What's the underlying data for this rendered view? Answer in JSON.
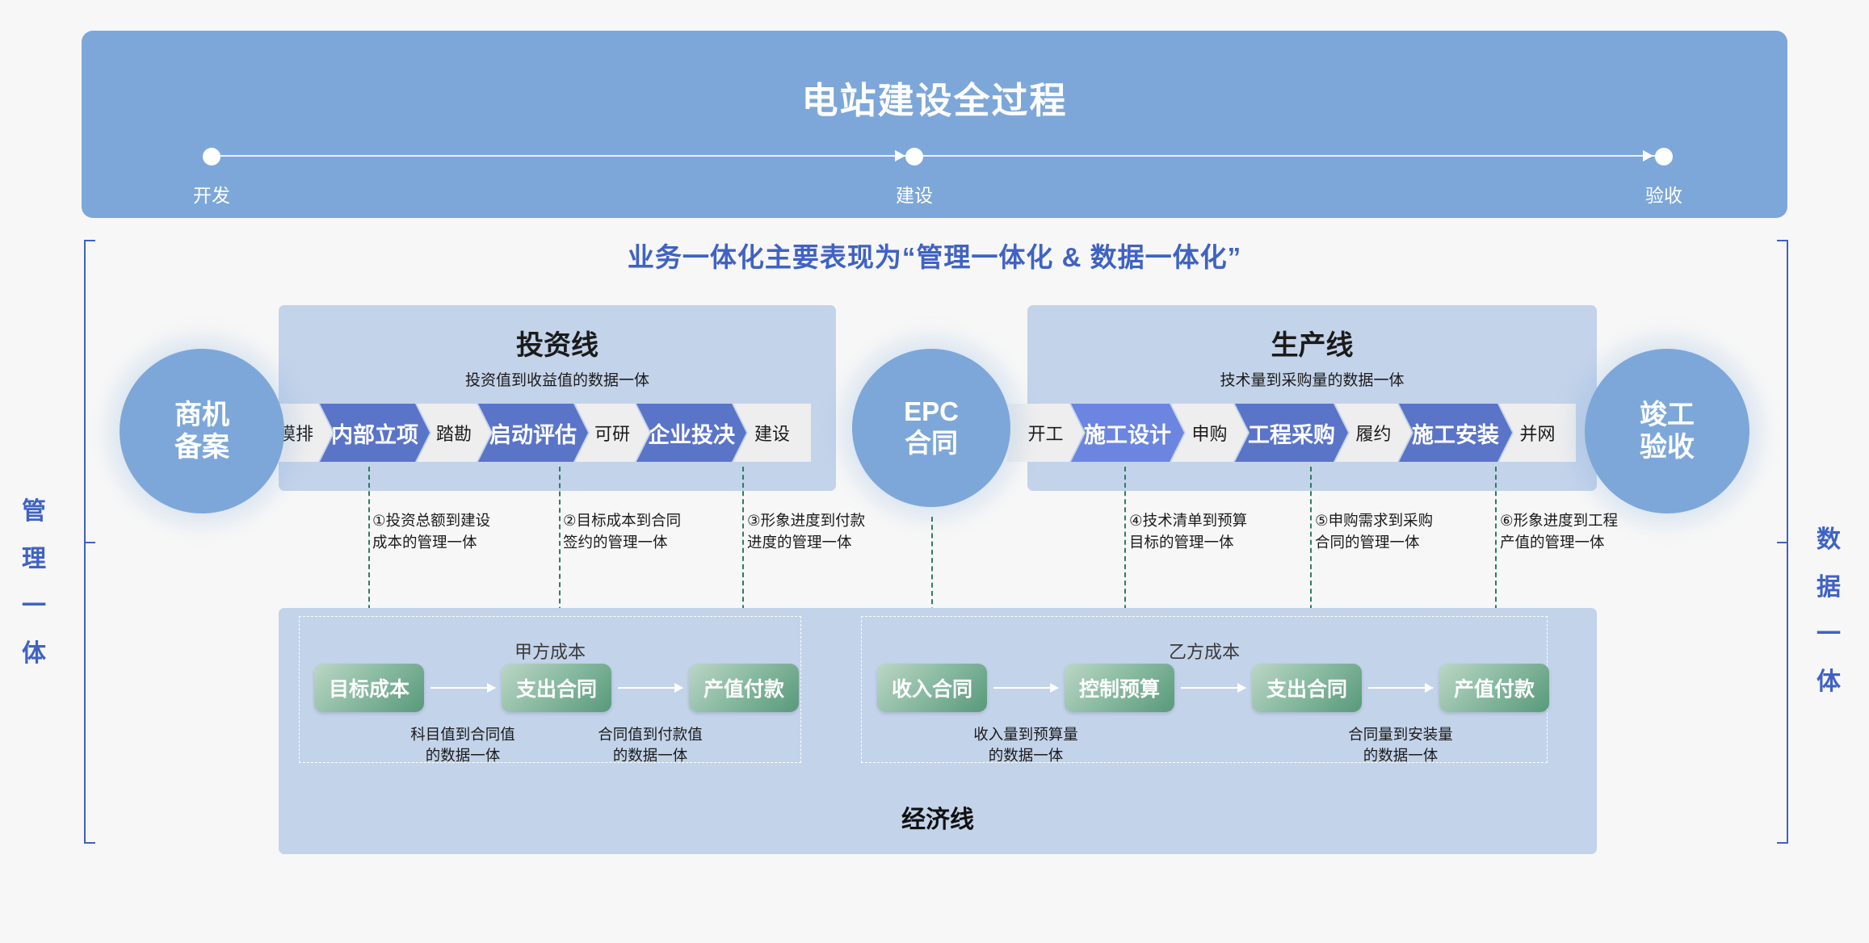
{
  "banner": {
    "title": "电站建设全过程",
    "timeline": [
      {
        "label": "开发"
      },
      {
        "label": "建设"
      },
      {
        "label": "验收"
      }
    ]
  },
  "subtitle": "业务一体化主要表现为“管理一体化 & 数据一体化”",
  "side_labels": {
    "left": "管理一体",
    "right": "数据一体"
  },
  "circles": {
    "opportunity": "商机\n备案",
    "opportunity_l1": "商机",
    "opportunity_l2": "备案",
    "epc_l1": "EPC",
    "epc_l2": "合同",
    "final_l1": "竣工",
    "final_l2": "验收"
  },
  "investment_line": {
    "title": "投资线",
    "subtitle": "投资值到收益值的数据一体",
    "stages": [
      {
        "label": "摸排",
        "type": "plain"
      },
      {
        "label": "内部立项",
        "type": "accent"
      },
      {
        "label": "踏勘",
        "type": "plain"
      },
      {
        "label": "启动评估",
        "type": "accent"
      },
      {
        "label": "可研",
        "type": "plain"
      },
      {
        "label": "企业投决",
        "type": "accent"
      },
      {
        "label": "建设",
        "type": "plain"
      }
    ]
  },
  "production_line": {
    "title": "生产线",
    "subtitle": "技术量到采购量的数据一体",
    "stages": [
      {
        "label": "开工",
        "type": "plain"
      },
      {
        "label": "施工设计",
        "type": "accent-light"
      },
      {
        "label": "申购",
        "type": "plain"
      },
      {
        "label": "工程采购",
        "type": "accent"
      },
      {
        "label": "履约",
        "type": "plain"
      },
      {
        "label": "施工安装",
        "type": "accent"
      },
      {
        "label": "并网",
        "type": "plain"
      }
    ]
  },
  "notes": [
    "①投资总额到建设\n成本的管理一体",
    "②目标成本到合同\n签约的管理一体",
    "③形象进度到付款\n进度的管理一体",
    "④技术清单到预算\n目标的管理一体",
    "⑤申购需求到采购\n合同的管理一体",
    "⑥形象进度到工程\n产值的管理一体"
  ],
  "economic_line": {
    "title": "经济线",
    "group_a": {
      "label": "甲方成本",
      "boxes": [
        "目标成本",
        "支出合同",
        "产值付款"
      ],
      "notes": [
        "科目值到合同值\n的数据一体",
        "合同值到付款值\n的数据一体"
      ]
    },
    "group_b": {
      "label": "乙方成本",
      "boxes": [
        "收入合同",
        "控制预算",
        "支出合同",
        "产值付款"
      ],
      "notes": [
        "收入量到预算量\n的数据一体",
        "合同量到安装量\n的数据一体"
      ]
    }
  },
  "colors": {
    "banner_blue": "#7da7d9",
    "accent_blue": "#5a74c8",
    "accent_blue_light": "#6b85e0",
    "panel_blue": "#c3d3ea",
    "bracket_blue": "#3f62c4",
    "green_dark": "#58997a",
    "green_light": "#bcd6c6",
    "dash_green": "#2f7d5e",
    "page_bg": "#f7f7f7"
  }
}
